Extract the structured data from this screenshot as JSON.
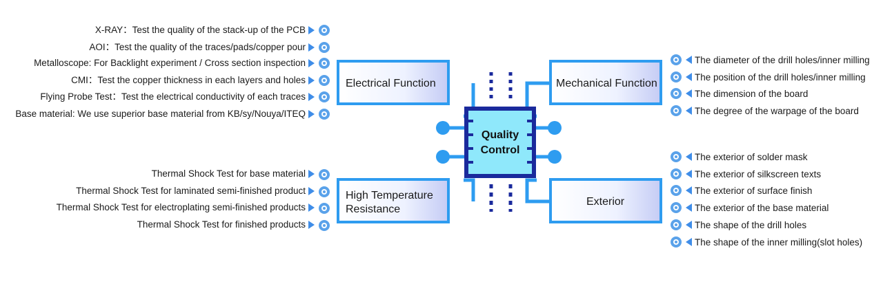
{
  "center": {
    "line1": "Quality",
    "line2": "Control"
  },
  "boxes": {
    "electrical": "Electrical Function",
    "mechanical": "Mechanical Function",
    "high_temp_line1": "High Temperature",
    "high_temp_line2": "Resistance",
    "exterior": "Exterior"
  },
  "electrical_items": [
    "X-RAY：Test the quality of the stack-up of the PCB",
    "AOI：Test the quality of the traces/pads/copper pour",
    "Metalloscope: For Backlight experiment / Cross section inspection",
    "CMI：Test the copper thickness in each layers and holes",
    "Flying Probe Test：Test the electrical conductivity of each traces",
    "Base material: We use superior base material from KB/sy/Nouya/ITEQ"
  ],
  "high_temp_items": [
    "Thermal Shock Test for base material",
    "Thermal Shock Test for laminated semi-finished product",
    "Thermal Shock Test for electroplating semi-finished products",
    "Thermal Shock Test for finished products"
  ],
  "mechanical_items": [
    "The diameter of the drill holes/inner milling",
    "The position of the drill holes/inner milling",
    "The dimension of the board",
    "The degree of the warpage of the board"
  ],
  "exterior_items": [
    "The exterior of solder mask",
    "The exterior of silkscreen texts",
    "The exterior of surface finish",
    "The exterior of the base material",
    "The shape of the drill holes",
    "The shape of the inner milling(slot holes)"
  ],
  "colors": {
    "accent": "#2e9cf0",
    "chip_border": "#1a2a9c",
    "chip_fill": "#8fe8fb",
    "bullet": "#5aa2ea"
  }
}
